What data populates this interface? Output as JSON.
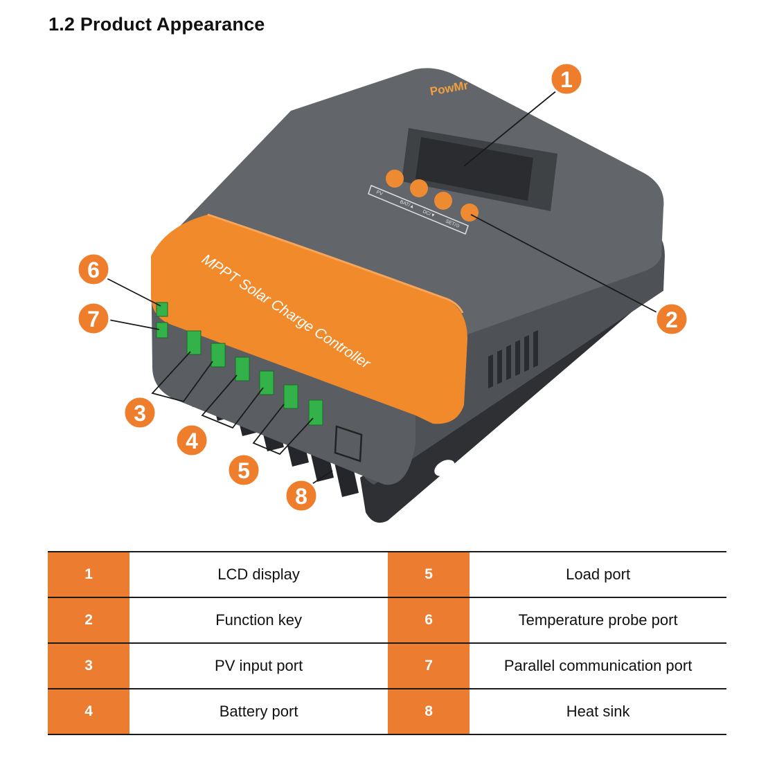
{
  "heading": "1.2 Product Appearance",
  "device": {
    "brand_logo": "PowMr",
    "front_label": "MPPT Solar Charge Controller",
    "key_labels": [
      "PV",
      "BAT/▲",
      "DC/▼",
      "SET/⊙"
    ]
  },
  "callouts": [
    "1",
    "2",
    "3",
    "4",
    "5",
    "6",
    "7",
    "8"
  ],
  "parts": [
    {
      "num": "1",
      "name": "LCD display"
    },
    {
      "num": "2",
      "name": "Function key"
    },
    {
      "num": "3",
      "name": "PV input port"
    },
    {
      "num": "4",
      "name": "Battery port"
    },
    {
      "num": "5",
      "name": "Load port"
    },
    {
      "num": "6",
      "name": "Temperature probe port"
    },
    {
      "num": "7",
      "name": "Parallel communication port"
    },
    {
      "num": "8",
      "name": "Heat sink"
    }
  ],
  "colors": {
    "accent_orange": "#ec7c30",
    "body_gray": "#5d6165",
    "callout_orange": "#ee7d2c"
  }
}
